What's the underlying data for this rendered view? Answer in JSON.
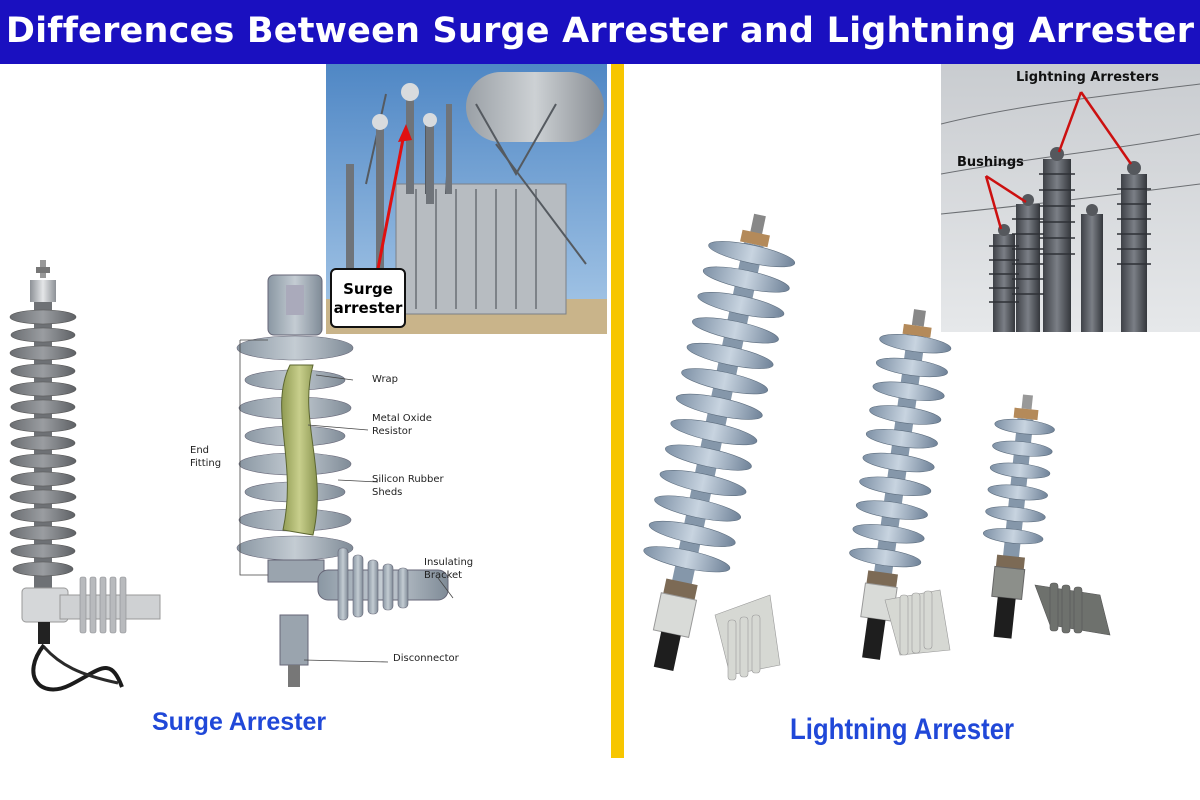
{
  "header": {
    "title": "Differences Between Surge Arrester and Lightning Arrester"
  },
  "left": {
    "caption": "Surge Arrester",
    "substation_callout": "Surge arrester",
    "diagram_labels": {
      "wrap": "Wrap",
      "metal_oxide_resistor": "Metal Oxide Resistor",
      "silicon_rubber_sheds": "Silicon Rubber Sheds",
      "end_fitting": "End Fitting",
      "insulating_bracket": "Insulating Bracket",
      "disconnector": "Disconnector"
    }
  },
  "right": {
    "caption": "Lightning Arrester",
    "photo_labels": {
      "lightning_arresters": "Lightning Arresters",
      "bushings": "Bushings"
    }
  },
  "colors": {
    "banner": "#1a10c0",
    "divider": "#f7c600",
    "caption": "#2048d8"
  }
}
